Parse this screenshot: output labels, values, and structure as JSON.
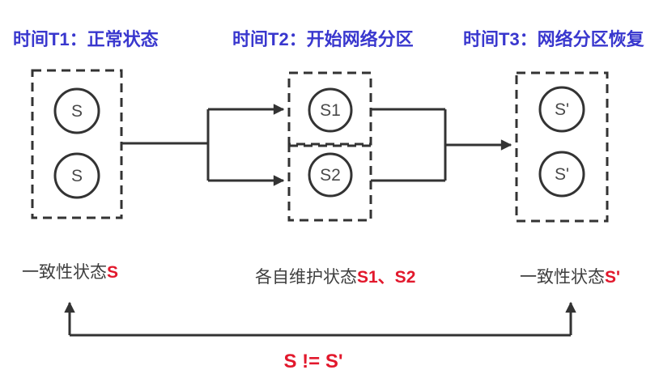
{
  "headings": [
    {
      "label": "时间T1：正常状态"
    },
    {
      "label": "时间T2：开始网络分区"
    },
    {
      "label": "时间T3：网络分区恢复"
    }
  ],
  "nodes": {
    "t1": [
      "S",
      "S"
    ],
    "t2": [
      "S1",
      "S2"
    ],
    "t3": [
      "S'",
      "S'"
    ]
  },
  "captions": {
    "t1": {
      "prefix": "一致性状态",
      "highlight": "S"
    },
    "t2": {
      "prefix": "各自维护状态",
      "highlight": "S1、S2"
    },
    "t3": {
      "prefix": "一致性状态",
      "highlight": "S'"
    }
  },
  "bottom_note": "S != S'",
  "colors": {
    "heading_blue": "#3937ce",
    "highlight_red": "#e2182c",
    "body_text": "#3f3f3f",
    "line": "#333333"
  }
}
